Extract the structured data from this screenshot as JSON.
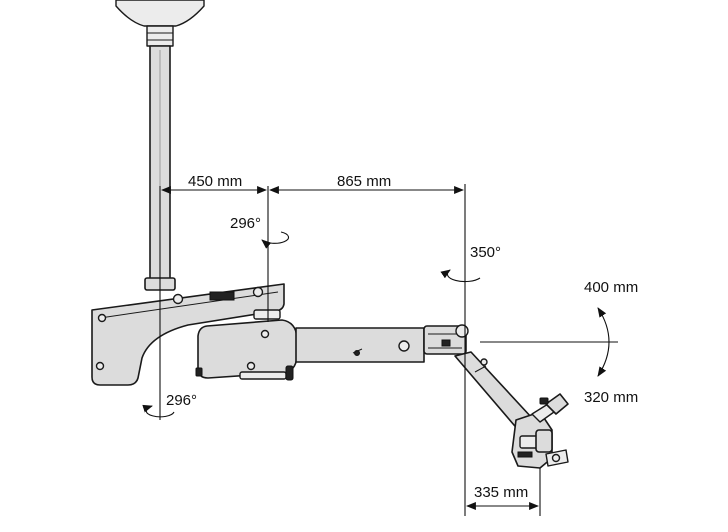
{
  "dimensions": {
    "ceiling_to_joint": "450 mm",
    "joint_to_arm_end": "865 mm",
    "microscope_offset": "335 mm",
    "vertical_up": "400 mm",
    "vertical_down": "320 mm"
  },
  "rotations": {
    "upper_joint": "296°",
    "lower_joint": "296°",
    "arm_end": "350°"
  },
  "colors": {
    "line": "#1a1a1a",
    "fill": "#dcdcdc",
    "background": "#ffffff"
  }
}
